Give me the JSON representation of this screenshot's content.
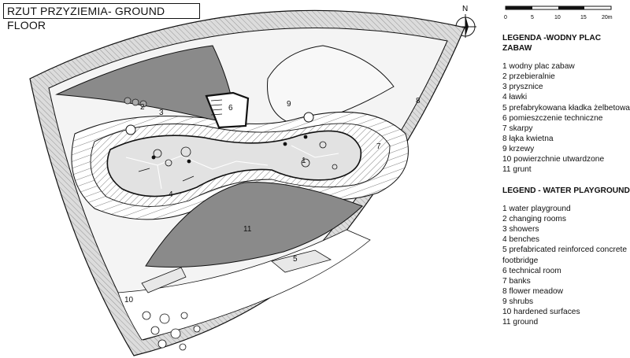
{
  "title": "RZUT PRZYZIEMIA- GROUND FLOOR",
  "north_label": "N",
  "scale_bar": {
    "ticks": [
      "0",
      "5",
      "10",
      "15",
      "20m"
    ]
  },
  "legend_pl": {
    "heading": "LEGENDA -WODNY PLAC ZABAW",
    "items": [
      "1 wodny plac zabaw",
      "2 przebieralnie",
      "3 prysznice",
      "4 ławki",
      "5 prefabrykowana kładka żelbetowa",
      "6 pomieszczenie techniczne",
      "7 skarpy",
      "8 łąka kwietna",
      "9  krzewy",
      "10 powierzchnie utwardzone",
      "11 grunt"
    ]
  },
  "legend_en": {
    "heading": "LEGEND - WATER PLAYGROUND",
    "items": [
      "1 water playground",
      "2 changing rooms",
      "3 showers",
      "4 benches",
      "5 prefabricated reinforced concrete",
      "footbridge",
      "6 technical room",
      "7 banks",
      "8 flower meadow",
      "9 shrubs",
      "10 hardened surfaces",
      "11 ground"
    ]
  },
  "plan_labels": {
    "n1": "1",
    "n2": "2",
    "n3": "3",
    "n4": "4",
    "n5": "5",
    "n6": "6",
    "n7": "7",
    "n8": "8",
    "n9": "9",
    "n10": "10",
    "n11": "11"
  },
  "colors": {
    "dark_area": "#8a8a8a",
    "pool": "#e2e2e2",
    "border_fill": "#cfcfcf",
    "meadow": "#f4f4f4"
  }
}
